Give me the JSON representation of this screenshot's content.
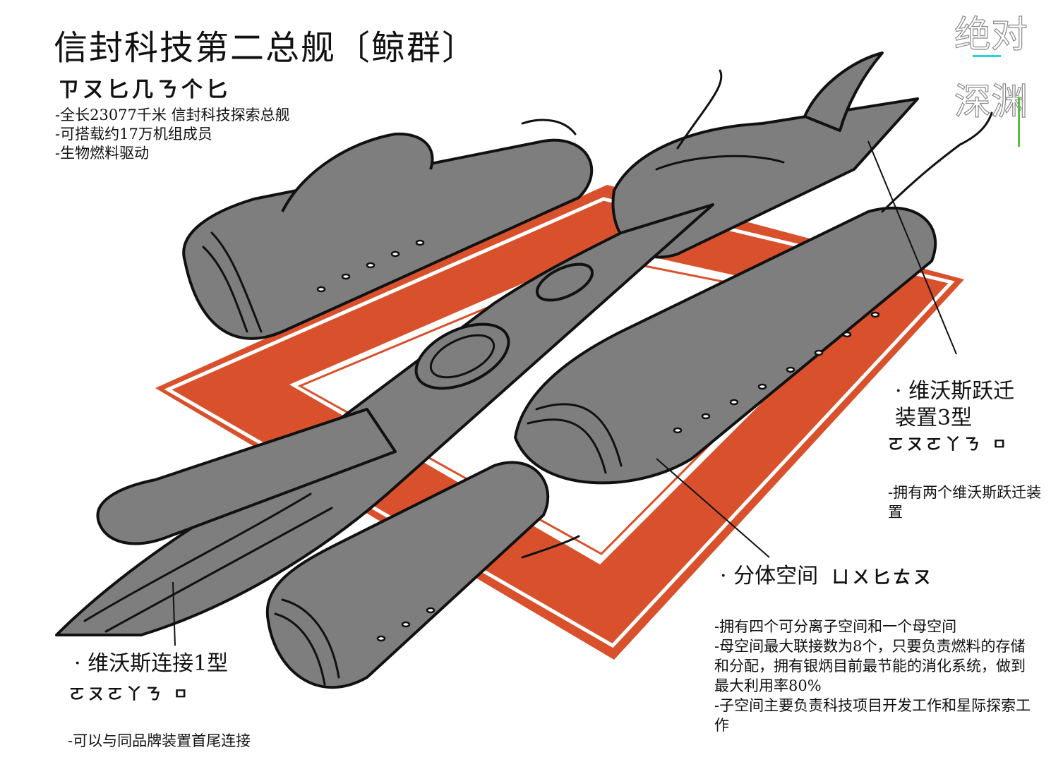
{
  "title": "信封科技第二总舰〔鲸群〕",
  "title_script": "ㄗㄡ匕几ㄋ个匕",
  "specs": [
    "-全长23077千米 信封科技探索总舰",
    "-可搭载约17万机组成员",
    "-生物燃料驱动"
  ],
  "logo": {
    "line1": "绝对",
    "line2": "深渊"
  },
  "callouts": {
    "warp": {
      "label": "· 维沃斯跃迁",
      "label2": "装置3型",
      "script": "ㄛㄡㄛ丫ㄋ ㅁ",
      "note": "-拥有两个维沃斯跃迁装置"
    },
    "split": {
      "label": "· 分体空间",
      "script": "ㄩㄨ匕ㄊㄡ",
      "note": [
        "-拥有四个可分离子空间和一个母空间",
        "-母空间最大联接数为8个，只要负责燃料的存储和分配，拥有银炳目前最节能的消化系统，做到最大利用率80%",
        "-子空间主要负责科技项目开发工作和星际探索工作"
      ]
    },
    "connect": {
      "label": "· 维沃斯连接1型",
      "script": "ㄛㄡㄛ丫ㄋ ㅁ",
      "note": "-可以与同品牌装置首尾连接"
    }
  },
  "colors": {
    "accent": "#d9512c",
    "hull": "#7e7e7e",
    "outline": "#111111"
  }
}
